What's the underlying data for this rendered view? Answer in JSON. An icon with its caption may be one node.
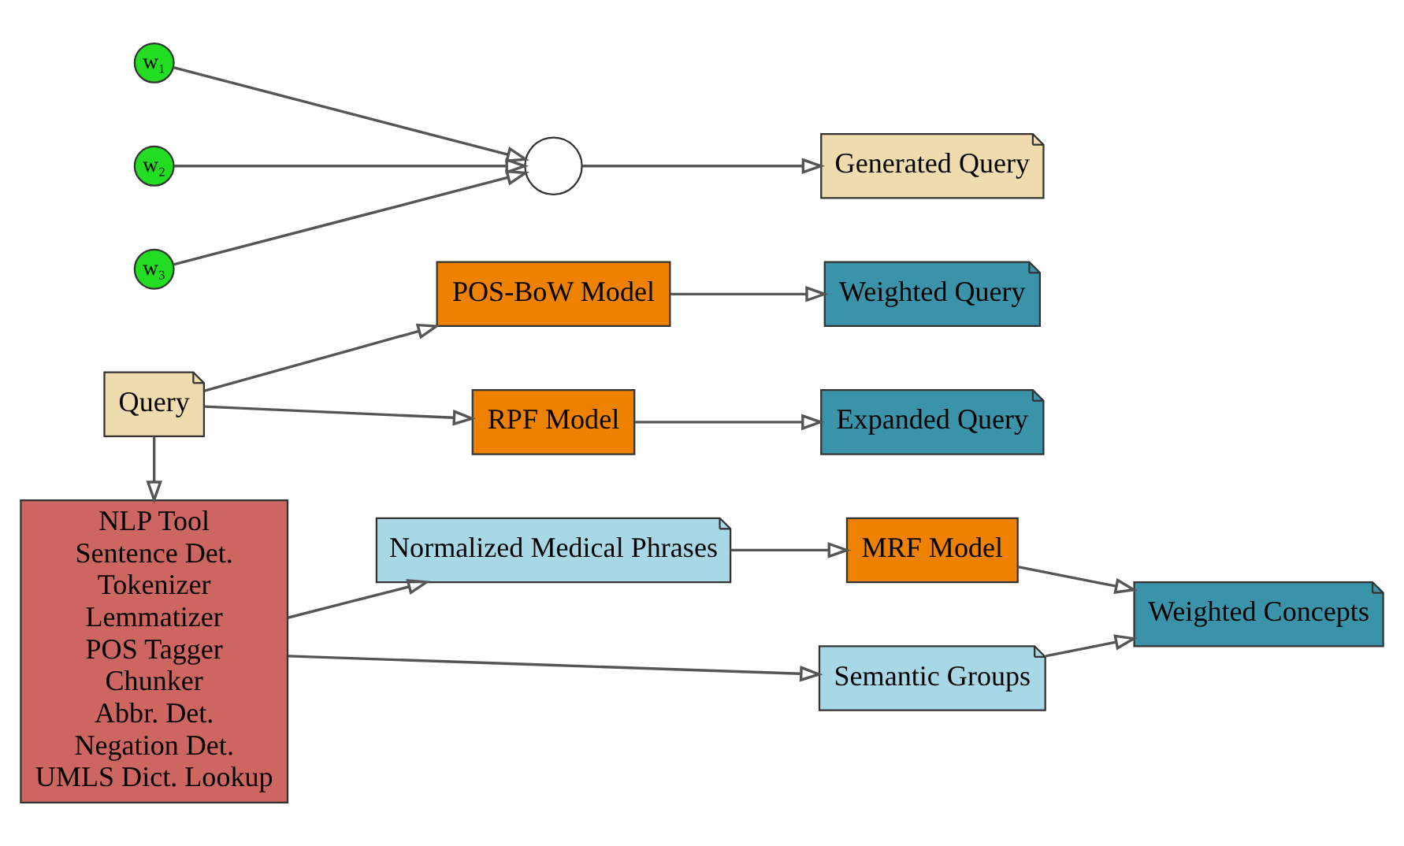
{
  "diagram": {
    "nodes": [
      {
        "text": [
          "Query"
        ]
      },
      {
        "text": [
          "POS-BoW Model"
        ]
      },
      {
        "text": [
          "Weighted Query"
        ]
      },
      {
        "text": [
          "w₁"
        ]
      },
      {
        "text": [],
        "shape": "circle"
      },
      {
        "text": [
          "Generated Query"
        ]
      },
      {
        "text": [
          "RPF Model"
        ]
      },
      {
        "text": [
          "Expanded Query"
        ]
      },
      {
        "text": [
          "w₂"
        ]
      },
      {
        "text": [
          "NLP Tool",
          "Sentence Det.",
          "Tokenizer",
          "Lemmatizer",
          "POS Tagger",
          "Chunker",
          "Abbr. Det.",
          "Negation Det.",
          "UMLS Dict. Lookup"
        ]
      },
      {
        "text": [
          "Normalized Medical Phrases"
        ]
      },
      {
        "text": [
          "MRF Model"
        ]
      },
      {
        "text": [
          "Weighted Concepts"
        ]
      },
      {
        "text": [
          "w₃"
        ]
      },
      {
        "text": [
          "Semantic Groups"
        ]
      }
    ],
    "edges": [
      {
        "from": 0,
        "to": 1,
        "arrow": "to"
      },
      {
        "from": 1,
        "to": 2,
        "arrow": "to"
      },
      {
        "from": 3,
        "to": 4,
        "arrow": "to"
      },
      {
        "from": 4,
        "to": 5,
        "arrow": "to"
      },
      {
        "from": 0,
        "to": 6,
        "arrow": "to"
      },
      {
        "from": 6,
        "to": 7,
        "arrow": "to"
      },
      {
        "from": 8,
        "to": 4,
        "arrow": "to"
      },
      {
        "from": 13,
        "to": 4,
        "arrow": "to"
      },
      {
        "from": 0,
        "to": 9,
        "arrow": "to"
      },
      {
        "from": 9,
        "to": 10,
        "arrow": "to"
      },
      {
        "from": 9,
        "to": 14,
        "arrow": "to"
      },
      {
        "from": 10,
        "to": 11,
        "arrow": "to"
      },
      {
        "from": 11,
        "to": 12,
        "arrow": "to"
      },
      {
        "from": 14,
        "to": 12,
        "arrow": "to"
      }
    ]
  }
}
